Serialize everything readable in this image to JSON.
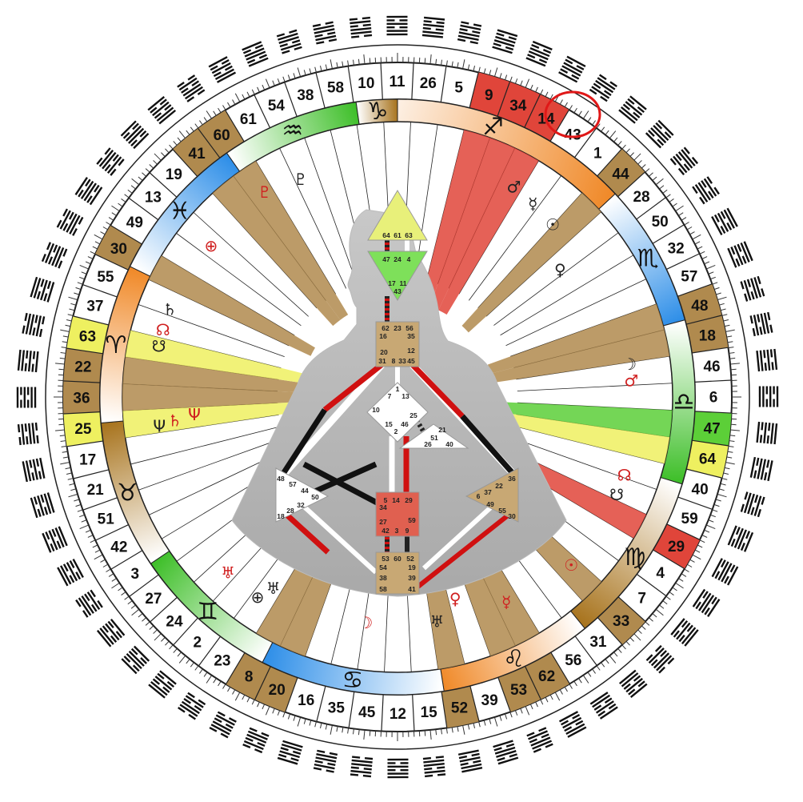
{
  "wheel": {
    "gate_ring": [
      {
        "n": "10",
        "hl": ""
      },
      {
        "n": "11",
        "hl": ""
      },
      {
        "n": "26",
        "hl": ""
      },
      {
        "n": "5",
        "hl": ""
      },
      {
        "n": "9",
        "hl": "red"
      },
      {
        "n": "34",
        "hl": "red"
      },
      {
        "n": "14",
        "hl": "red"
      },
      {
        "n": "43",
        "hl": ""
      },
      {
        "n": "1",
        "hl": ""
      },
      {
        "n": "44",
        "hl": "tan"
      },
      {
        "n": "28",
        "hl": ""
      },
      {
        "n": "50",
        "hl": ""
      },
      {
        "n": "32",
        "hl": ""
      },
      {
        "n": "57",
        "hl": ""
      },
      {
        "n": "48",
        "hl": "tan"
      },
      {
        "n": "18",
        "hl": "tan"
      },
      {
        "n": "46",
        "hl": ""
      },
      {
        "n": "6",
        "hl": ""
      },
      {
        "n": "47",
        "hl": "green"
      },
      {
        "n": "64",
        "hl": "yellow"
      },
      {
        "n": "40",
        "hl": ""
      },
      {
        "n": "59",
        "hl": ""
      },
      {
        "n": "29",
        "hl": "red"
      },
      {
        "n": "4",
        "hl": ""
      },
      {
        "n": "7",
        "hl": ""
      },
      {
        "n": "33",
        "hl": "tan"
      },
      {
        "n": "31",
        "hl": ""
      },
      {
        "n": "56",
        "hl": ""
      },
      {
        "n": "62",
        "hl": "tan"
      },
      {
        "n": "53",
        "hl": "tan"
      },
      {
        "n": "39",
        "hl": ""
      },
      {
        "n": "52",
        "hl": "tan"
      },
      {
        "n": "15",
        "hl": ""
      },
      {
        "n": "12",
        "hl": ""
      },
      {
        "n": "45",
        "hl": ""
      },
      {
        "n": "35",
        "hl": ""
      },
      {
        "n": "16",
        "hl": ""
      },
      {
        "n": "20",
        "hl": "tan"
      },
      {
        "n": "8",
        "hl": "tan"
      },
      {
        "n": "23",
        "hl": ""
      },
      {
        "n": "2",
        "hl": ""
      },
      {
        "n": "24",
        "hl": ""
      },
      {
        "n": "27",
        "hl": ""
      },
      {
        "n": "3",
        "hl": ""
      },
      {
        "n": "42",
        "hl": ""
      },
      {
        "n": "51",
        "hl": ""
      },
      {
        "n": "21",
        "hl": ""
      },
      {
        "n": "17",
        "hl": ""
      },
      {
        "n": "25",
        "hl": "yellow"
      },
      {
        "n": "36",
        "hl": "tan"
      },
      {
        "n": "22",
        "hl": "tan"
      },
      {
        "n": "63",
        "hl": "yellow"
      },
      {
        "n": "37",
        "hl": ""
      },
      {
        "n": "55",
        "hl": ""
      },
      {
        "n": "30",
        "hl": "tan"
      },
      {
        "n": "49",
        "hl": ""
      },
      {
        "n": "13",
        "hl": ""
      },
      {
        "n": "19",
        "hl": ""
      },
      {
        "n": "41",
        "hl": "tan"
      },
      {
        "n": "60",
        "hl": "tan"
      },
      {
        "n": "61",
        "hl": ""
      },
      {
        "n": "54",
        "hl": ""
      },
      {
        "n": "38",
        "hl": ""
      },
      {
        "n": "58",
        "hl": ""
      }
    ],
    "circled_gate": "14",
    "zodiac": [
      {
        "glyph": "♐",
        "fill": "#f08a2a",
        "a1": -8,
        "a2": 47
      },
      {
        "glyph": "♏",
        "fill": "#2f8fe8",
        "a1": 47,
        "a2": 75
      },
      {
        "glyph": "♎",
        "fill": "#3fbf2a",
        "a1": 75,
        "a2": 107
      },
      {
        "glyph": "♍",
        "fill": "#a8741e",
        "a1": 107,
        "a2": 141
      },
      {
        "glyph": "♌",
        "fill": "#f08a2a",
        "a1": 141,
        "a2": 171
      },
      {
        "glyph": "♋",
        "fill": "#2f8fe8",
        "a1": 171,
        "a2": 207
      },
      {
        "glyph": "♊",
        "fill": "#3fbf2a",
        "a1": 207,
        "a2": 236
      },
      {
        "glyph": "♉",
        "fill": "#a8741e",
        "a1": 236,
        "a2": 265
      },
      {
        "glyph": "♈",
        "fill": "#f08a2a",
        "a1": 265,
        "a2": 296
      },
      {
        "glyph": "♓",
        "fill": "#2f8fe8",
        "a1": 296,
        "a2": 325
      },
      {
        "glyph": "♒",
        "fill": "#3fbf2a",
        "a1": 325,
        "a2": 352
      },
      {
        "glyph": "♑",
        "fill": "#a8741e",
        "a1": 352,
        "a2": 352
      }
    ],
    "planets": [
      {
        "g": "♂",
        "c": "#222",
        "r": 300,
        "a": 29
      },
      {
        "g": "☿",
        "c": "#222",
        "r": 295,
        "a": 35
      },
      {
        "g": "☉",
        "c": "#222",
        "r": 290,
        "a": 42
      },
      {
        "g": "♀",
        "c": "#222",
        "r": 258,
        "a": 52
      },
      {
        "g": "☽",
        "c": "#222",
        "r": 293,
        "a": 82
      },
      {
        "g": "♂",
        "c": "#d02020",
        "r": 293,
        "a": 86
      },
      {
        "g": "☊",
        "c": "#d02020",
        "r": 300,
        "a": 109
      },
      {
        "g": "☋",
        "c": "#222",
        "r": 300,
        "a": 114
      },
      {
        "g": "☉",
        "c": "#d02020",
        "r": 302,
        "a": 134
      },
      {
        "g": "☿",
        "c": "#d02020",
        "r": 290,
        "a": 152
      },
      {
        "g": "♀",
        "c": "#d02020",
        "r": 262,
        "a": 164
      },
      {
        "g": "♅",
        "c": "#222",
        "r": 285,
        "a": 170
      },
      {
        "g": "☽",
        "c": "#d02020",
        "r": 285,
        "a": 188
      },
      {
        "g": "⊕",
        "c": "#222",
        "r": 305,
        "a": 215
      },
      {
        "g": "♅",
        "c": "#222",
        "r": 285,
        "a": 213
      },
      {
        "g": "♅",
        "c": "#d02020",
        "r": 305,
        "a": 224
      },
      {
        "g": "☋",
        "c": "#222",
        "r": 305,
        "a": 282
      },
      {
        "g": "☊",
        "c": "#d02020",
        "r": 305,
        "a": 286
      },
      {
        "g": "♄",
        "c": "#222",
        "r": 305,
        "a": 291
      },
      {
        "g": "Ψ",
        "c": "#222",
        "r": 300,
        "a": 263
      },
      {
        "g": "♄",
        "c": "#d02020",
        "r": 280,
        "a": 264
      },
      {
        "g": "Ψ",
        "c": "#d02020",
        "r": 255,
        "a": 265
      },
      {
        "g": "⊕",
        "c": "#d02020",
        "r": 300,
        "a": 309
      },
      {
        "g": "♇",
        "c": "#d02020",
        "r": 305,
        "a": 327
      },
      {
        "g": "♇",
        "c": "#222",
        "r": 298,
        "a": 336
      }
    ],
    "centers": {
      "head": [
        "64",
        "61",
        "63"
      ],
      "ajna": [
        "47",
        "24",
        "4",
        "17",
        "11",
        "43"
      ],
      "throat": [
        "62",
        "23",
        "56",
        "16",
        "35",
        "20",
        "12",
        "31",
        "8",
        "33",
        "45"
      ],
      "g": [
        "1",
        "7",
        "13",
        "10",
        "15",
        "46",
        "2",
        "25"
      ],
      "ego": [
        "21",
        "51",
        "26",
        "40"
      ],
      "spleen": [
        "48",
        "57",
        "44",
        "50",
        "32",
        "28",
        "18"
      ],
      "sacral": [
        "5",
        "14",
        "29",
        "34",
        "27",
        "59",
        "42",
        "3",
        "9"
      ],
      "solar_plexus": [
        "36",
        "6",
        "37",
        "22",
        "49",
        "55",
        "30"
      ],
      "root": [
        "53",
        "60",
        "52",
        "54",
        "19",
        "38",
        "39",
        "58",
        "41"
      ]
    }
  }
}
